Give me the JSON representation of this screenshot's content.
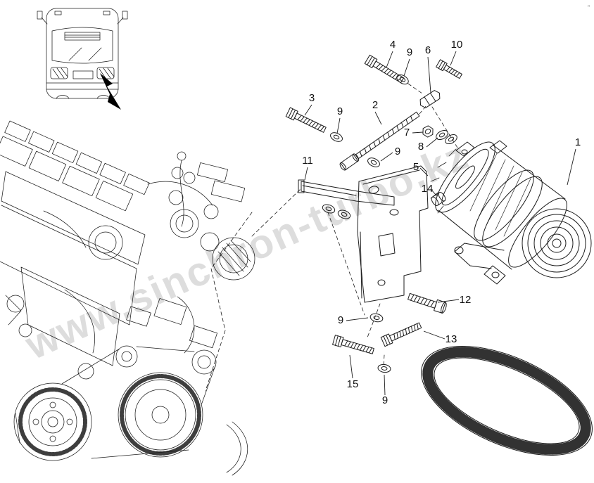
{
  "watermark": {
    "text": "www.sinchron-turbo.kz",
    "color": "#c9c9c9"
  },
  "corner_mark": "”",
  "colors": {
    "line": "#1c1c1c",
    "background": "#ffffff"
  },
  "callouts": [
    {
      "label": "4"
    },
    {
      "label": "9"
    },
    {
      "label": "6"
    },
    {
      "label": "10"
    },
    {
      "label": "3"
    },
    {
      "label": "9"
    },
    {
      "label": "2"
    },
    {
      "label": "7"
    },
    {
      "label": "8"
    },
    {
      "label": "9"
    },
    {
      "label": "5"
    },
    {
      "label": "14"
    },
    {
      "label": "11"
    },
    {
      "label": "1"
    },
    {
      "label": "12"
    },
    {
      "label": "13"
    },
    {
      "label": "9"
    },
    {
      "label": "15"
    },
    {
      "label": "9"
    }
  ]
}
